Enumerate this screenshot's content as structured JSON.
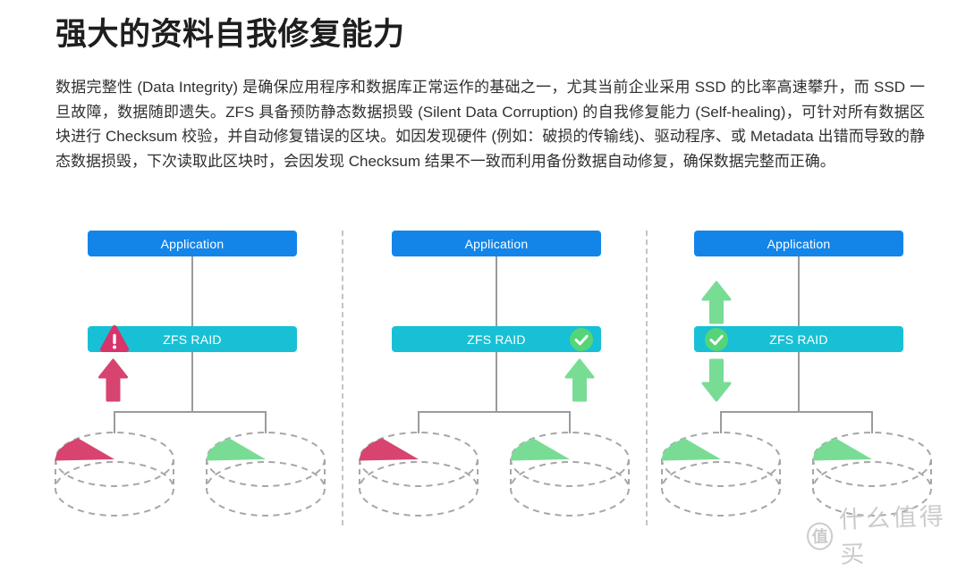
{
  "header": {
    "title": "强大的资料自我修复能力",
    "paragraph": "数据完整性 (Data Integrity) 是确保应用程序和数据库正常运作的基础之一，尤其当前企业采用 SSD 的比率高速攀升，而 SSD 一旦故障，数据随即遗失。ZFS 具备预防静态数据损毁 (Silent Data Corruption) 的自我修复能力 (Self-healing)，可针对所有数据区块进行 Checksum 校验，并自动修复错误的区块。如因发现硬件 (例如：破损的传输线)、驱动程序、或 Metadata 出错而导致的静态数据损毁，下次读取此区块时，会因发现 Checksum 结果不一致而利用备份数据自动修复，确保数据完整而正确。"
  },
  "colors": {
    "application_box": "#1385E9",
    "zfs_raid_box": "#18C0D5",
    "error": "#D6446F",
    "error_badge": "#D6346A",
    "ok": "#79DC95",
    "ok_badge": "#55D478",
    "connector": "#9B9B9B",
    "disk_outline": "#A7A7A7",
    "divider": "#C4C4C4"
  },
  "diagrams": [
    {
      "app_label": "Application",
      "raid_label": "ZFS RAID",
      "status_icon": "warning-icon",
      "status_glyph": "!",
      "arrow": "up-error",
      "disk_slices": [
        "error",
        "ok"
      ]
    },
    {
      "app_label": "Application",
      "raid_label": "ZFS RAID",
      "status_icon": "check-icon",
      "arrow": "up-ok",
      "disk_slices": [
        "error",
        "ok"
      ]
    },
    {
      "app_label": "Application",
      "raid_label": "ZFS RAID",
      "status_icon": "check-icon",
      "arrow": "up-ok-and-down-ok",
      "disk_slices": [
        "ok",
        "ok"
      ]
    }
  ],
  "watermark": {
    "badge": "值",
    "text": "什么值得买"
  }
}
